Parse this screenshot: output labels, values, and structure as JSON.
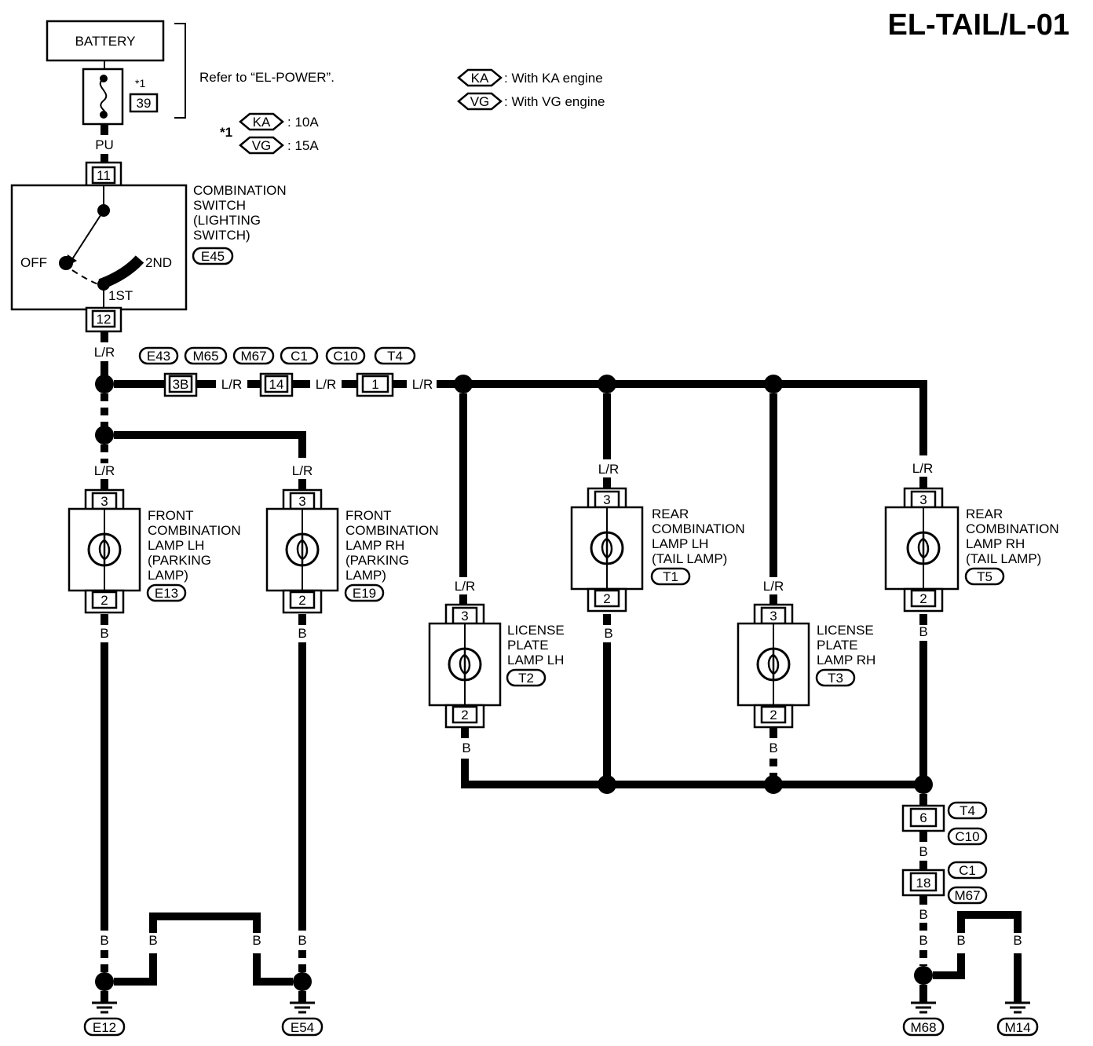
{
  "title": "EL-TAIL/L-01",
  "battery": "BATTERY",
  "fuse": {
    "number": "39",
    "note_mark": "*1",
    "refer": "Refer to “EL-POWER”."
  },
  "fuse_note": {
    "mark": "*1",
    "ka_value": ": 10A",
    "vg_value": ": 15A"
  },
  "legend": {
    "ka_code": "KA",
    "ka_desc": ": With KA engine",
    "vg_code": "VG",
    "vg_desc": ": With VG engine"
  },
  "engine_codes": {
    "ka": "KA",
    "vg": "VG"
  },
  "wire_colors": {
    "pu": "PU",
    "lr": "L/R",
    "b": "B"
  },
  "switch": {
    "name_lines": [
      "COMBINATION",
      "SWITCH",
      "(LIGHTING",
      "SWITCH)"
    ],
    "connector": "E45",
    "pin_in": "11",
    "pin_out": "12",
    "positions": {
      "off": "OFF",
      "first": "1ST",
      "second": "2ND"
    }
  },
  "inline_connectors": {
    "codes": [
      "E43",
      "M65",
      "M67",
      "C1",
      "C10",
      "T4"
    ],
    "pins": [
      "3B",
      "14",
      "1"
    ]
  },
  "lamps": [
    {
      "id": "front-lh",
      "lines": [
        "FRONT",
        "COMBINATION",
        "LAMP LH",
        "(PARKING",
        "LAMP)"
      ],
      "connector": "E13",
      "pin_top": "3",
      "pin_bottom": "2"
    },
    {
      "id": "front-rh",
      "lines": [
        "FRONT",
        "COMBINATION",
        "LAMP RH",
        "(PARKING",
        "LAMP)"
      ],
      "connector": "E19",
      "pin_top": "3",
      "pin_bottom": "2"
    },
    {
      "id": "license-lh",
      "lines": [
        "LICENSE",
        "PLATE",
        "LAMP LH"
      ],
      "connector": "T2",
      "pin_top": "3",
      "pin_bottom": "2"
    },
    {
      "id": "rear-lh",
      "lines": [
        "REAR",
        "COMBINATION",
        "LAMP LH",
        "(TAIL LAMP)"
      ],
      "connector": "T1",
      "pin_top": "3",
      "pin_bottom": "2"
    },
    {
      "id": "license-rh",
      "lines": [
        "LICENSE",
        "PLATE",
        "LAMP RH"
      ],
      "connector": "T3",
      "pin_top": "3",
      "pin_bottom": "2"
    },
    {
      "id": "rear-rh",
      "lines": [
        "REAR",
        "COMBINATION",
        "LAMP RH",
        "(TAIL LAMP)"
      ],
      "connector": "T5",
      "pin_top": "3",
      "pin_bottom": "2"
    }
  ],
  "ground_connectors": [
    {
      "pin": "6",
      "codes": [
        "T4",
        "C10"
      ]
    },
    {
      "pin": "18",
      "codes": [
        "C1",
        "M67"
      ]
    }
  ],
  "grounds": [
    "E12",
    "E54",
    "M68",
    "M14"
  ]
}
